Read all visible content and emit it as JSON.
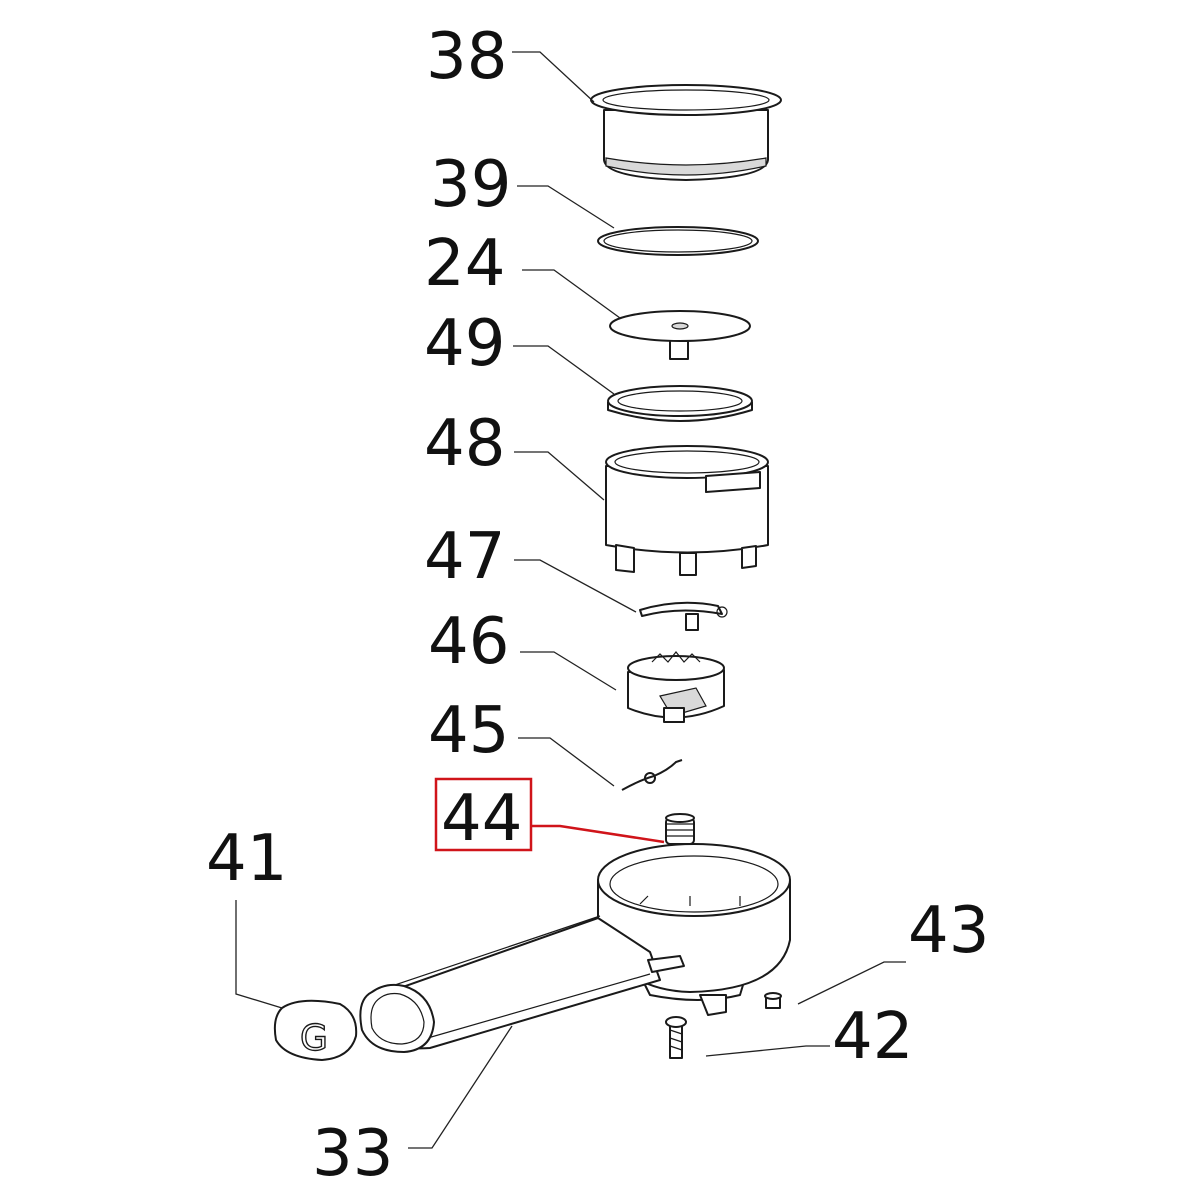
{
  "labels": {
    "p38": "38",
    "p39": "39",
    "p24": "24",
    "p49": "49",
    "p48": "48",
    "p47": "47",
    "p46": "46",
    "p45": "45",
    "p44": "44",
    "p41": "41",
    "p43": "43",
    "p42": "42",
    "p33": "33"
  },
  "cap_letter": "G",
  "highlight": {
    "part": "44",
    "color": "#d0141a"
  }
}
